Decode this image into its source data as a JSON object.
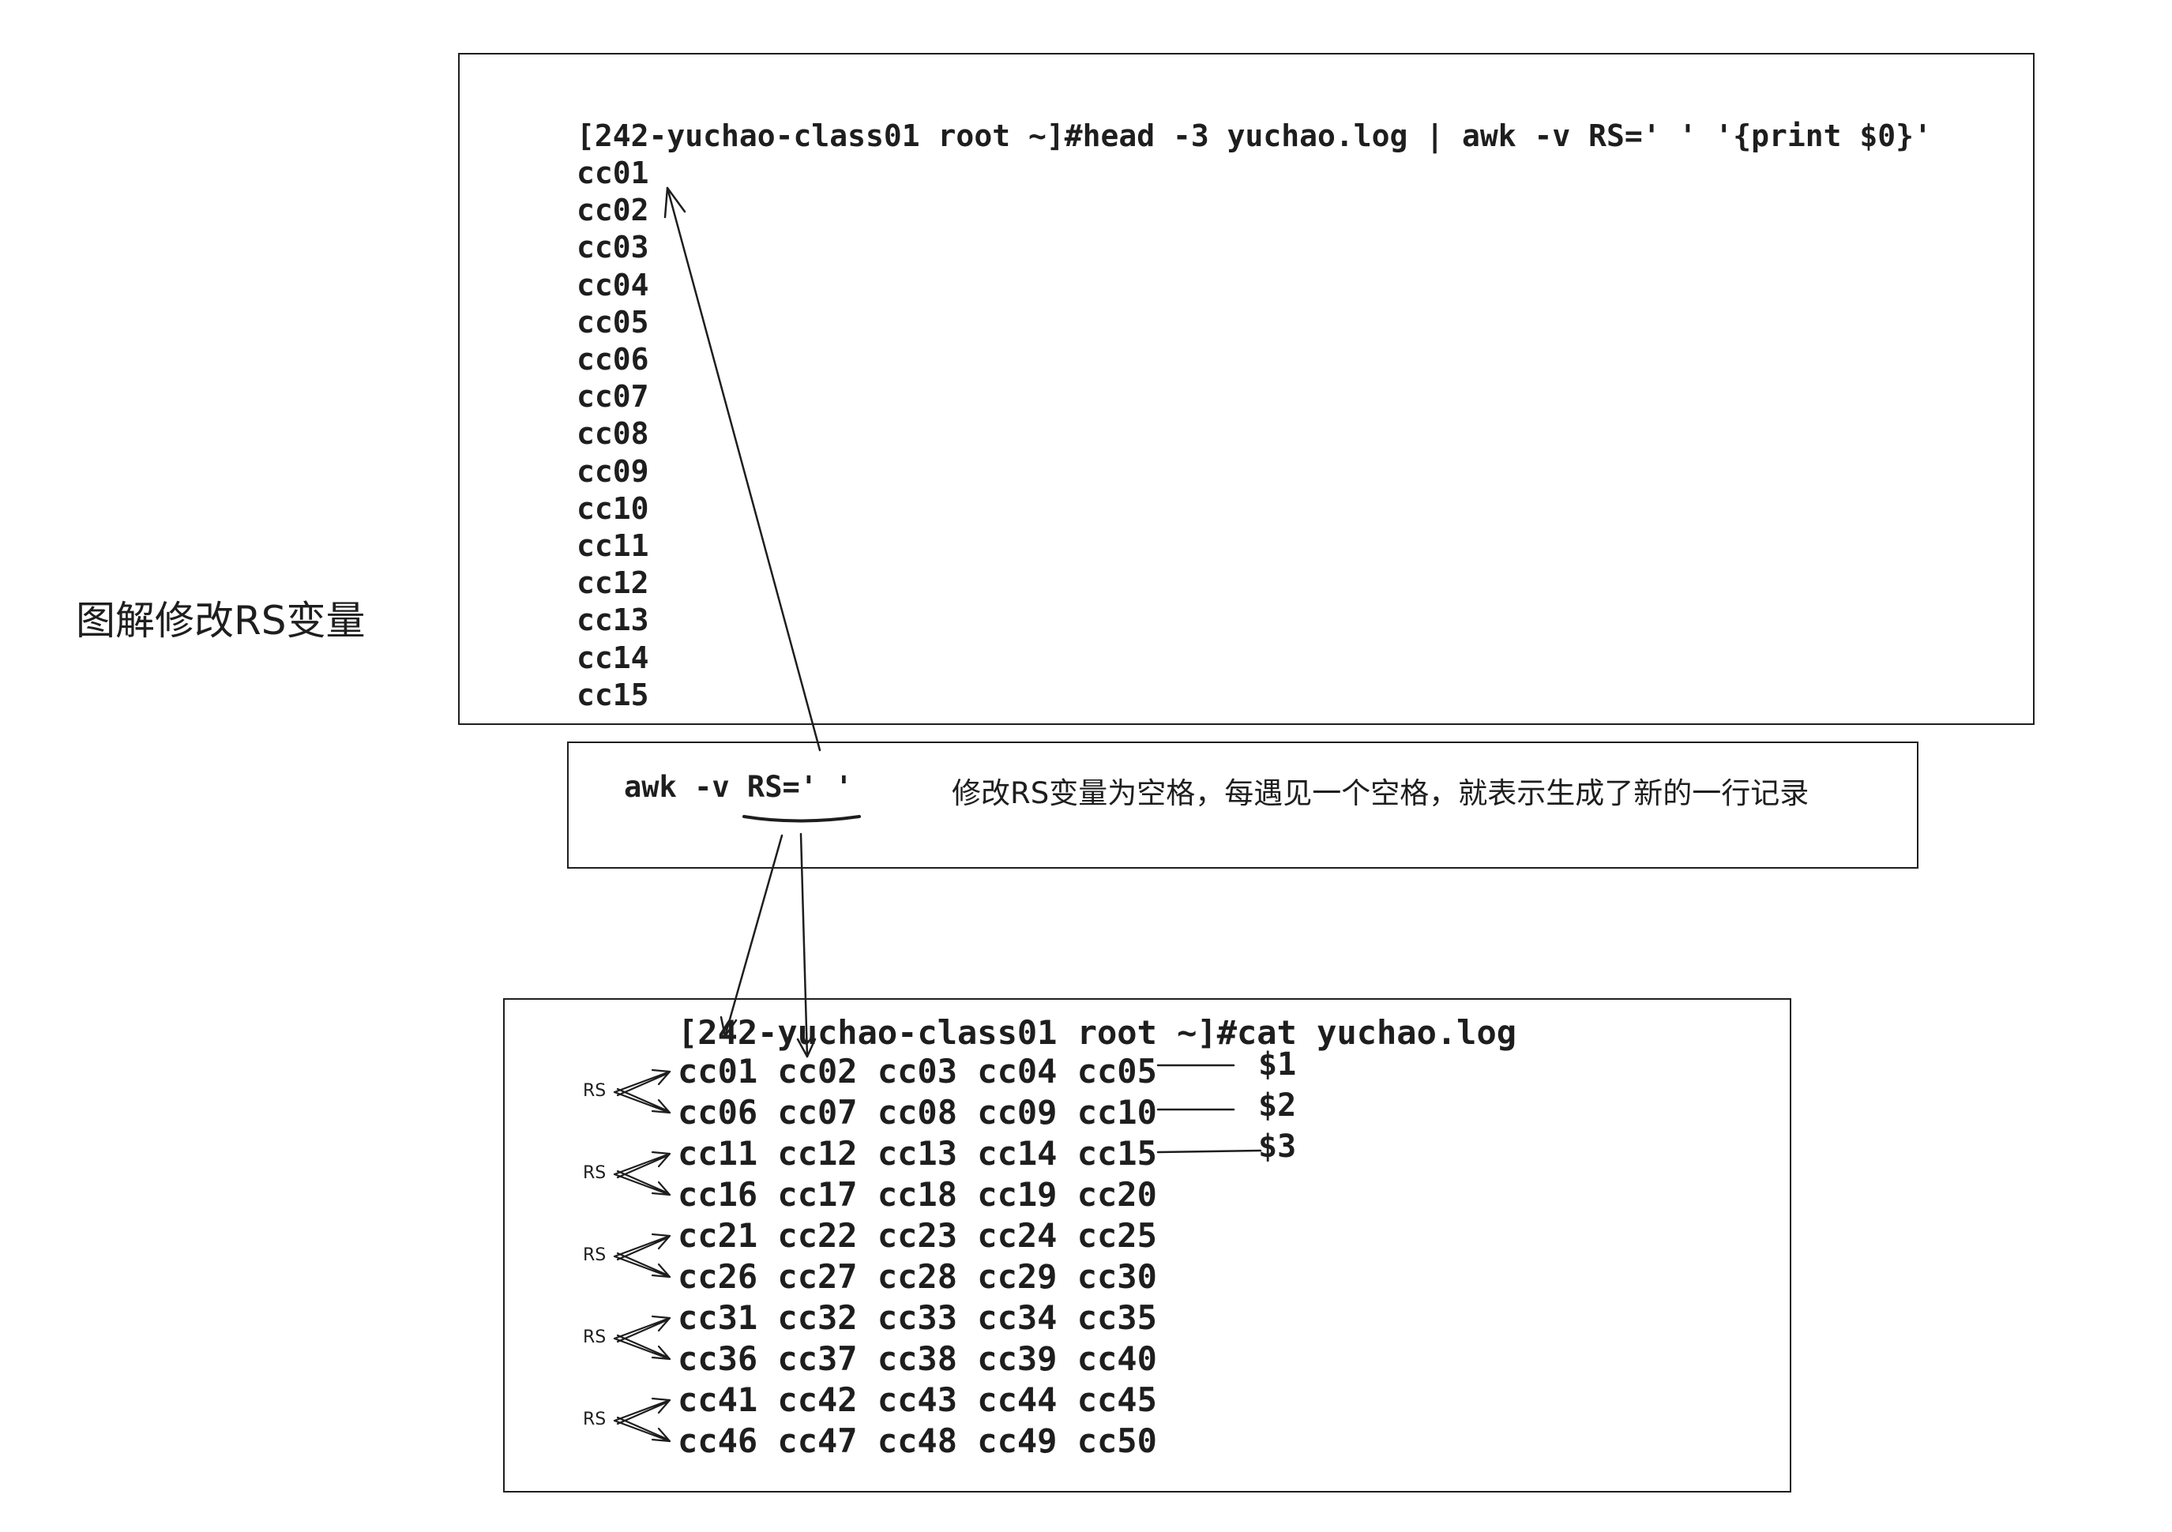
{
  "heading": "图解修改RS变量",
  "top_terminal": {
    "command": "[242-yuchao-class01 root ~]#head -3 yuchao.log | awk -v RS=' ' '{print $0}'",
    "output": [
      "cc01",
      "cc02",
      "cc03",
      "cc04",
      "cc05",
      "cc06",
      "cc07",
      "cc08",
      "cc09",
      "cc10",
      "cc11",
      "cc12",
      "cc13",
      "cc14",
      "cc15"
    ]
  },
  "middle": {
    "command": "awk -v RS=' '",
    "note": "修改RS变量为空格，每遇见一个空格，就表示生成了新的一行记录"
  },
  "bottom_terminal": {
    "command": "[242-yuchao-class01 root ~]#cat yuchao.log",
    "rows": [
      "cc01 cc02 cc03 cc04 cc05",
      "cc06 cc07 cc08 cc09 cc10",
      "cc11 cc12 cc13 cc14 cc15",
      "cc16 cc17 cc18 cc19 cc20",
      "cc21 cc22 cc23 cc24 cc25",
      "cc26 cc27 cc28 cc29 cc30",
      "cc31 cc32 cc33 cc34 cc35",
      "cc36 cc37 cc38 cc39 cc40",
      "cc41 cc42 cc43 cc44 cc45",
      "cc46 cc47 cc48 cc49 cc50"
    ],
    "field_labels": [
      "$1",
      "$2",
      "$3"
    ],
    "rs_label": "RS"
  }
}
